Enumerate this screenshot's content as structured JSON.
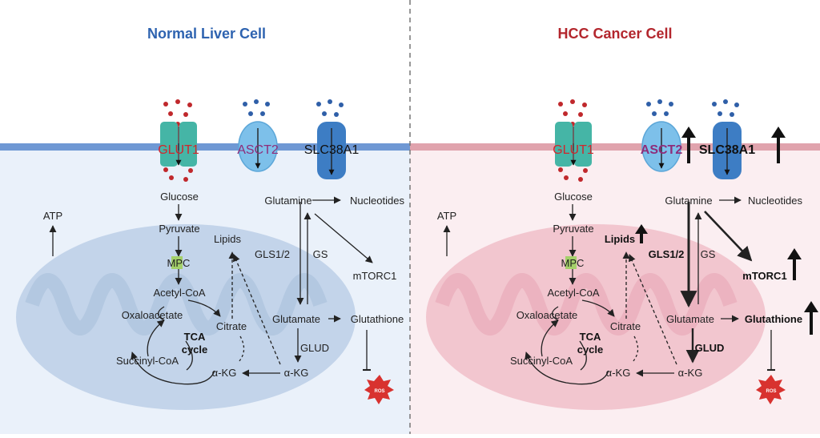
{
  "colors": {
    "normal_title": "#2e63b0",
    "cancer_title": "#b3262d",
    "normal_bg": "#eaf1fa",
    "cancer_bg": "#fbeef1",
    "normal_membrane": "#6f98d4",
    "cancer_membrane": "#e0a3ad",
    "normal_mito": "#bccfe6",
    "cancer_mito": "#f0bcc7",
    "glut1_channel": "#45b5a6",
    "asct2_channel": "#7dc0ea",
    "slc_channel": "#3d7dc4",
    "glucose_dot": "#c0282c",
    "glutamine_dot": "#2f5fa8",
    "glut1_text": "#d1262c",
    "asct2_text": "#8e2d7a",
    "mpc": "#a4d06a",
    "ros": "#d8322f"
  },
  "normal": {
    "title": "Normal Liver Cell",
    "transporters": {
      "glut1": "GLUT1",
      "asct2": "ASCT2",
      "slc38a1": "SLC38A1"
    },
    "metabolites": {
      "glucose": "Glucose",
      "pyruvate": "Pyruvate",
      "mpc": "MPC",
      "acetyl_coa": "Acetyl-CoA",
      "oxaloacetate": "Oxaloacetate",
      "citrate": "Citrate",
      "tca_1": "TCA",
      "tca_2": "cycle",
      "succinyl_coa": "Succinyl-CoA",
      "akg_inner": "α-KG",
      "akg_outer": "α-KG",
      "glutamate": "Glutamate",
      "glutamine": "Glutamine",
      "nucleotides": "Nucleotides",
      "glutathione": "Glutathione",
      "mtorc1": "mTORC1",
      "lipids": "Lipids",
      "atp": "ATP",
      "gls": "GLS1/2",
      "gs": "GS",
      "glud": "GLUD",
      "ros": "ROS"
    }
  },
  "cancer": {
    "title": "HCC Cancer Cell",
    "transporters": {
      "glut1": "GLUT1",
      "asct2": "ASCT2",
      "slc38a1": "SLC38A1"
    },
    "metabolites": {
      "glucose": "Glucose",
      "pyruvate": "Pyruvate",
      "mpc": "MPC",
      "acetyl_coa": "Acetyl-CoA",
      "oxaloacetate": "Oxaloacetate",
      "citrate": "Citrate",
      "tca_1": "TCA",
      "tca_2": "cycle",
      "succinyl_coa": "Succinyl-CoA",
      "akg_inner": "α-KG",
      "akg_outer": "α-KG",
      "glutamate": "Glutamate",
      "glutamine": "Glutamine",
      "nucleotides": "Nucleotides",
      "glutathione": "Glutathione",
      "mtorc1": "mTORC1",
      "lipids": "Lipids",
      "atp": "ATP",
      "gls": "GLS1/2",
      "gs": "GS",
      "glud": "GLUD",
      "ros": "ROS"
    }
  }
}
